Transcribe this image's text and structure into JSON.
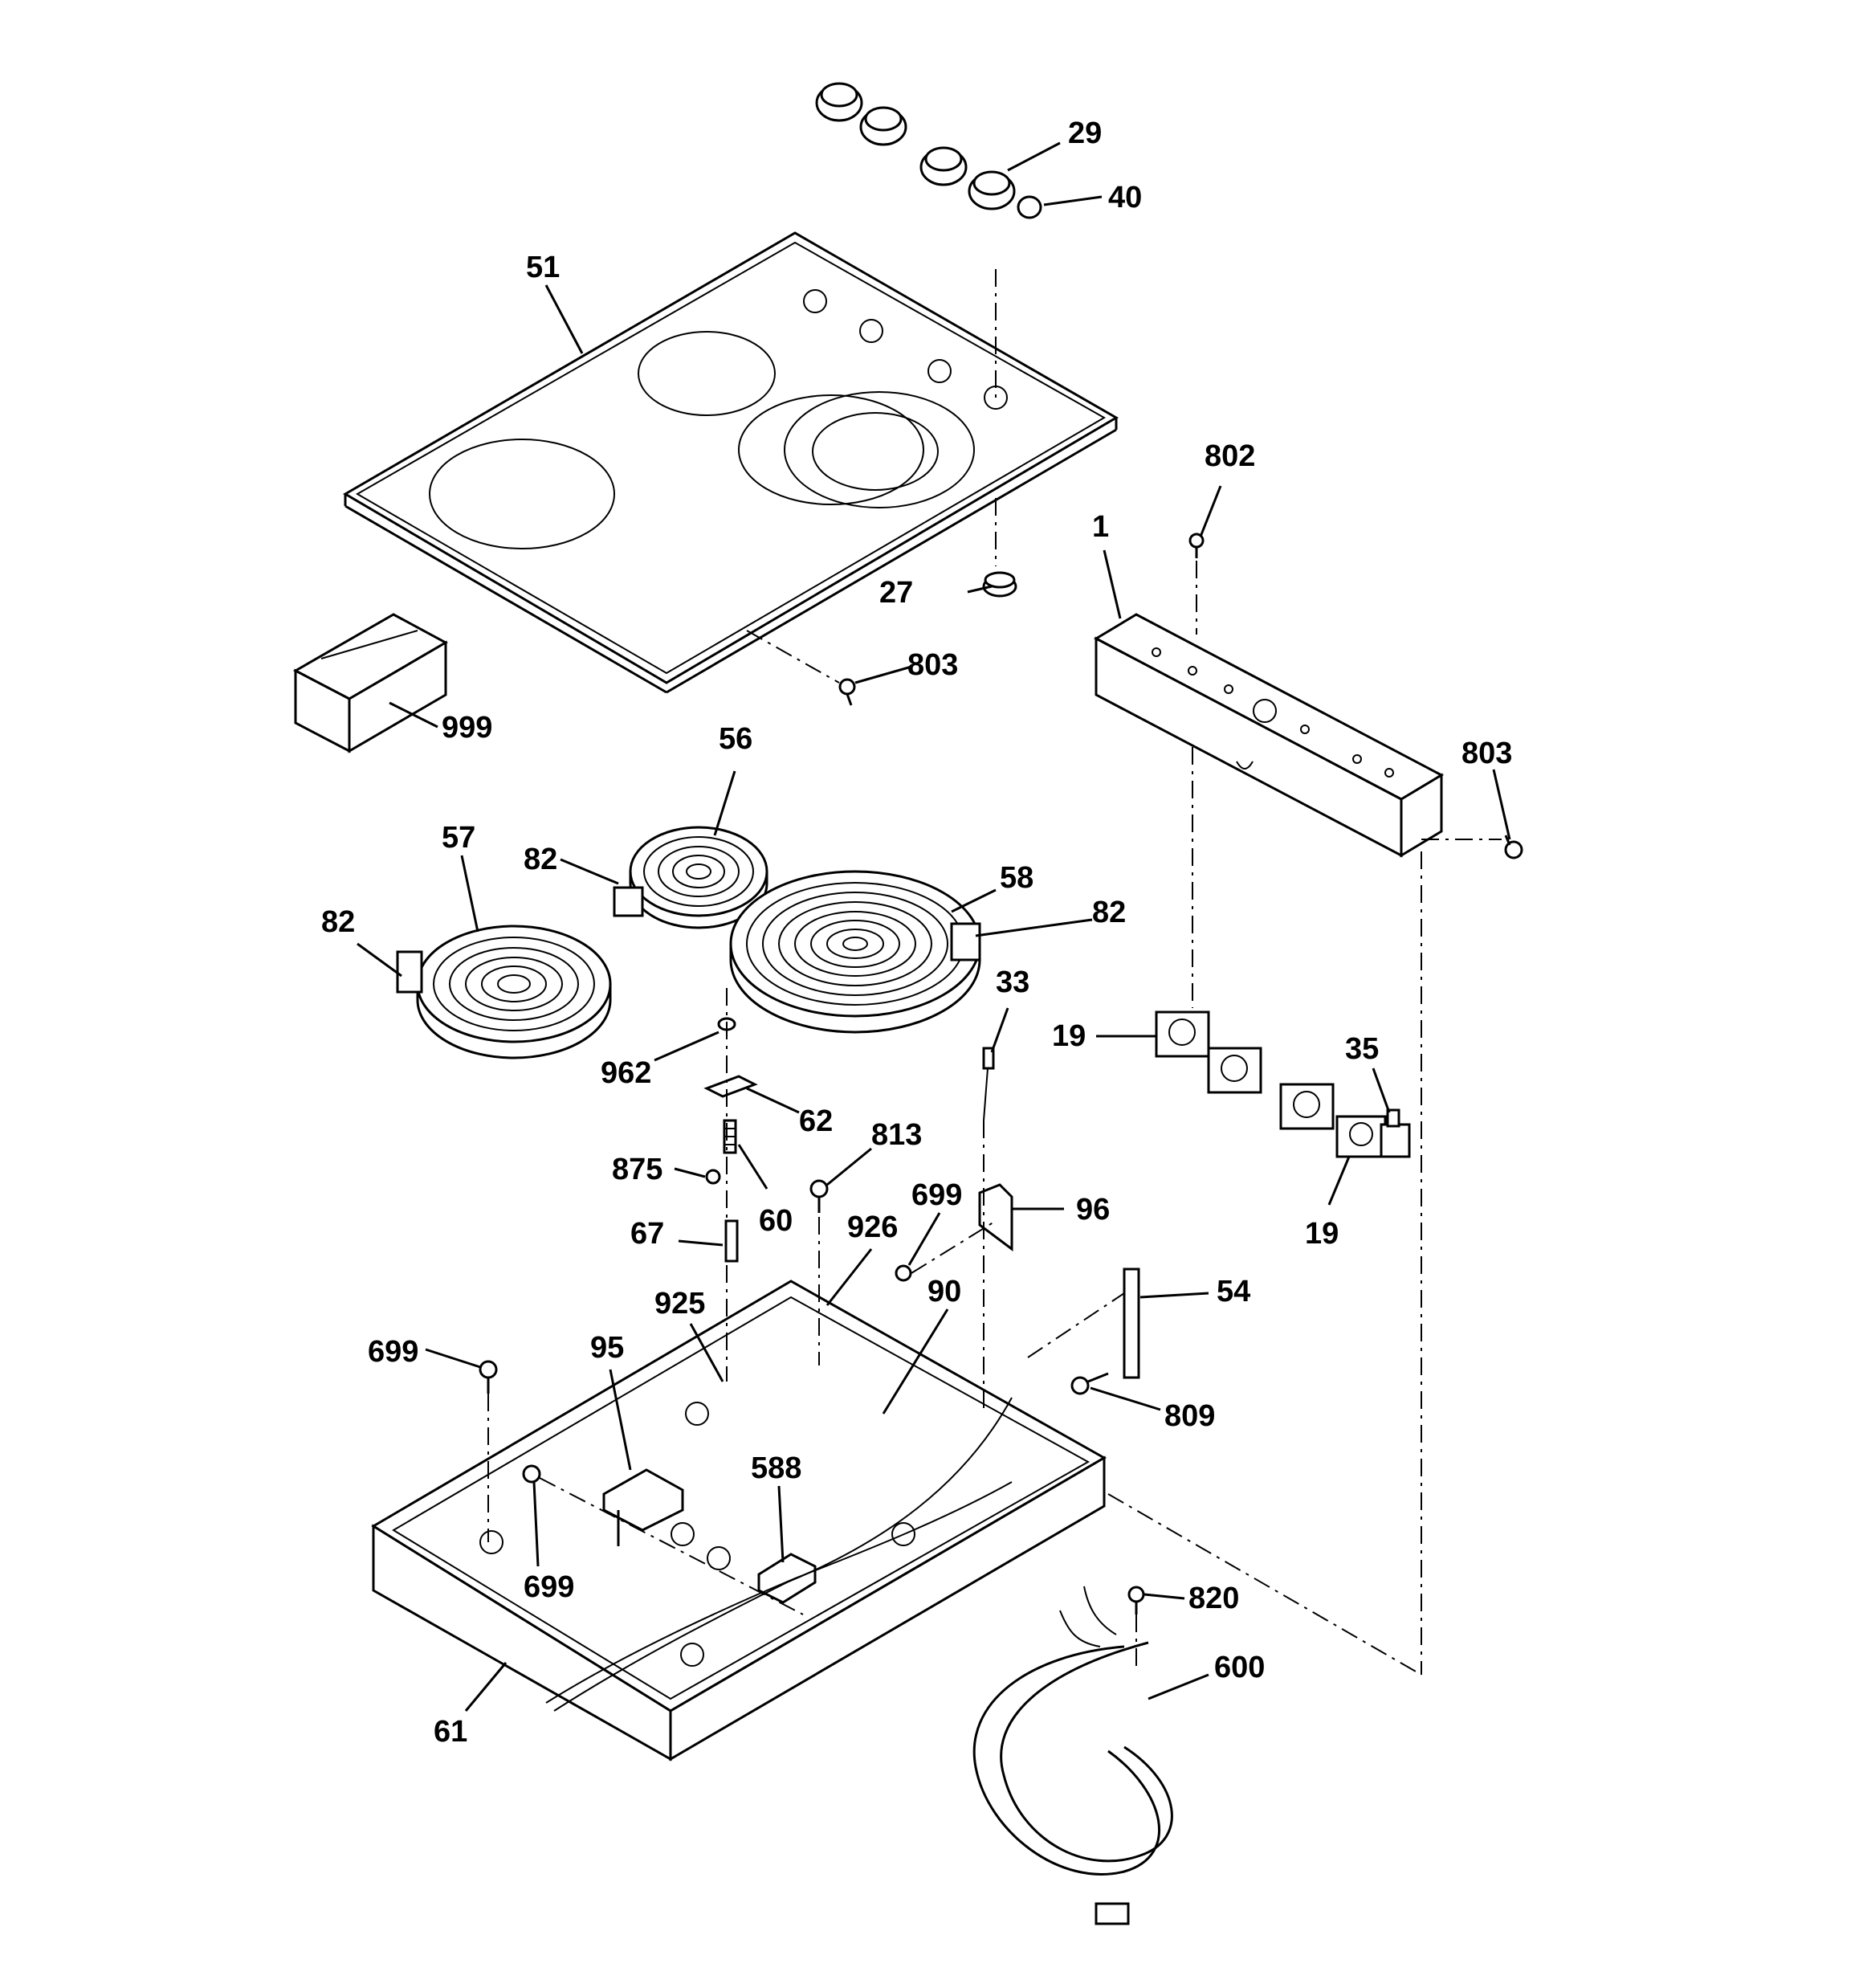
{
  "callouts": {
    "c29": "29",
    "c40": "40",
    "c51": "51",
    "c802": "802",
    "c1": "1",
    "c27": "27",
    "c803a": "803",
    "c803b": "803",
    "c999": "999",
    "c56": "56",
    "c57": "57",
    "c82a": "82",
    "c82b": "82",
    "c82c": "82",
    "c58": "58",
    "c33": "33",
    "c19a": "19",
    "c19b": "19",
    "c35": "35",
    "c962": "962",
    "c62": "62",
    "c813": "813",
    "c875": "875",
    "c60": "60",
    "c699a": "699",
    "c96": "96",
    "c67": "67",
    "c926": "926",
    "c925": "925",
    "c90": "90",
    "c54": "54",
    "c699b": "699",
    "c95": "95",
    "c809": "809",
    "c588": "588",
    "c699c": "699",
    "c820": "820",
    "c600": "600",
    "c61": "61"
  }
}
